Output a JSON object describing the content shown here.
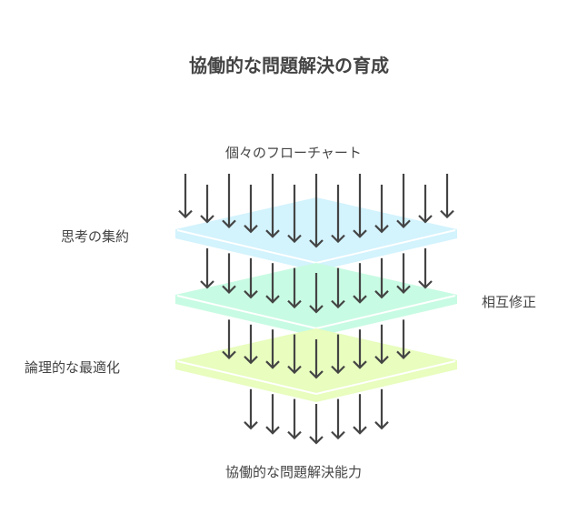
{
  "title": "協働的な問題解決の育成",
  "labels": {
    "input": "個々のフローチャート",
    "layer1": "思考の集約",
    "layer2": "相互修正",
    "layer3": "論理的な最適化",
    "output": "協働的な問題解決能力"
  },
  "colors": {
    "layer1": "#d3f3fd",
    "layer2": "#c8fbe3",
    "layer3": "#e8fdbe",
    "arrow": "#444444"
  }
}
